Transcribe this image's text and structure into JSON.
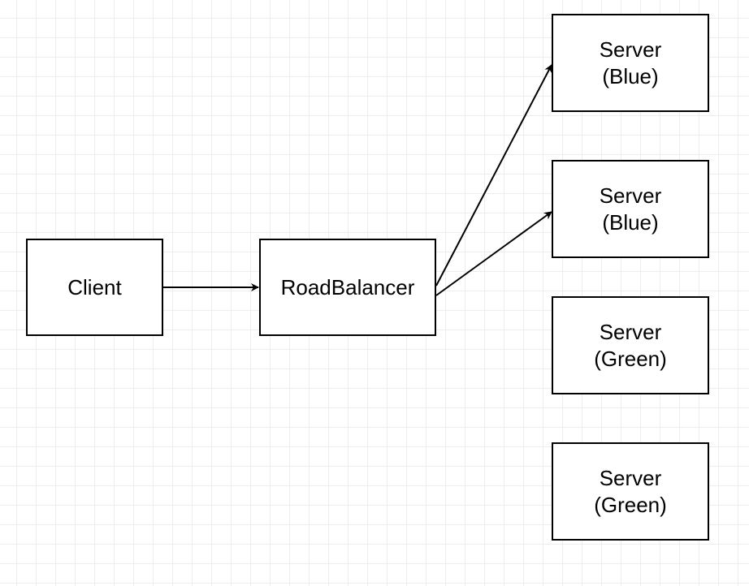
{
  "diagram": {
    "nodes": {
      "client": {
        "label": "Client"
      },
      "load_balancer": {
        "label": "RoadBalancer"
      },
      "server_1": {
        "line1": "Server",
        "line2": "(Blue)"
      },
      "server_2": {
        "line1": "Server",
        "line2": "(Blue)"
      },
      "server_3": {
        "line1": "Server",
        "line2": "(Green)"
      },
      "server_4": {
        "line1": "Server",
        "line2": "(Green)"
      }
    },
    "edges": [
      {
        "from": "client",
        "to": "load_balancer"
      },
      {
        "from": "load_balancer",
        "to": "server_1"
      },
      {
        "from": "load_balancer",
        "to": "server_2"
      }
    ],
    "colors": {
      "stroke": "#000000",
      "fill": "#ffffff",
      "grid": "#ededed"
    }
  }
}
